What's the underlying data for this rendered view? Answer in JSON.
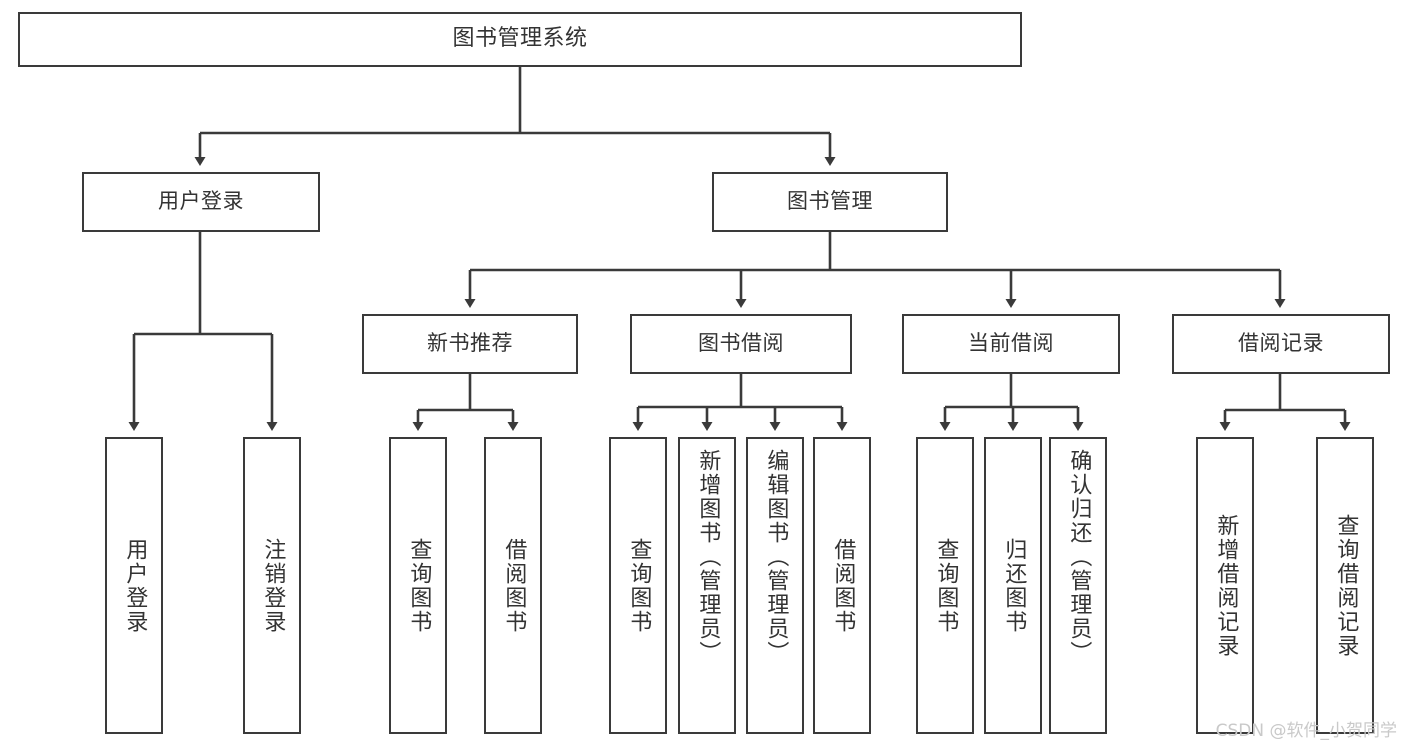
{
  "diagram": {
    "title": "图书管理系统",
    "type": "tree-hierarchy",
    "orientation": "top-down",
    "colors": {
      "box_border": "#3a3a3a",
      "box_fill": "#ffffff",
      "edge": "#3a3a3a",
      "text": "#333333",
      "watermark": "#c9c9c9",
      "background": "#ffffff"
    }
  },
  "nodes": {
    "root": {
      "label": "图书管理系统"
    },
    "level1": [
      {
        "id": "user-login",
        "label": "用户登录"
      },
      {
        "id": "book-manage",
        "label": "图书管理"
      }
    ],
    "level2": [
      {
        "id": "new-book-recommend",
        "label": "新书推荐"
      },
      {
        "id": "book-borrow",
        "label": "图书借阅"
      },
      {
        "id": "current-borrow",
        "label": "当前借阅"
      },
      {
        "id": "borrow-record",
        "label": "借阅记录"
      }
    ],
    "leaves": {
      "user-login": [
        {
          "id": "leaf-user-login",
          "label": "用户登录"
        },
        {
          "id": "leaf-logout-login",
          "label": "注销登录"
        }
      ],
      "new-book-recommend": [
        {
          "id": "leaf-query-book-1",
          "label": "查询图书"
        },
        {
          "id": "leaf-borrow-book-1",
          "label": "借阅图书"
        }
      ],
      "book-borrow": [
        {
          "id": "leaf-query-book-2",
          "label": "查询图书"
        },
        {
          "id": "leaf-add-book",
          "label": "新增图书（管理员）"
        },
        {
          "id": "leaf-edit-book",
          "label": "编辑图书（管理员）"
        },
        {
          "id": "leaf-borrow-book-2",
          "label": "借阅图书"
        }
      ],
      "current-borrow": [
        {
          "id": "leaf-query-book-3",
          "label": "查询图书"
        },
        {
          "id": "leaf-return-book",
          "label": "归还图书"
        },
        {
          "id": "leaf-confirm-return",
          "label": "确认归还（管理员）"
        }
      ],
      "borrow-record": [
        {
          "id": "leaf-add-record",
          "label": "新增借阅记录"
        },
        {
          "id": "leaf-query-record",
          "label": "查询借阅记录"
        }
      ]
    }
  },
  "watermark": {
    "text": "CSDN @软件_小贺同学"
  }
}
